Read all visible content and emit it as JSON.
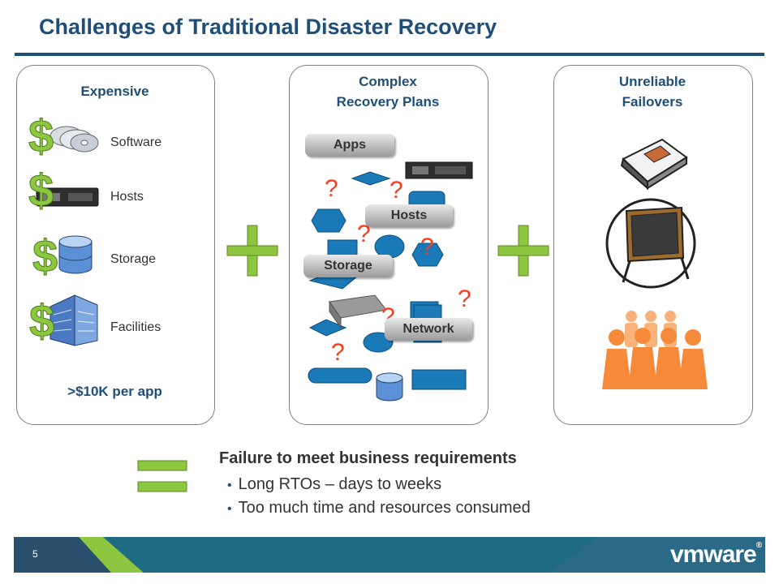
{
  "slide": {
    "title": "Challenges of Traditional Disaster Recovery",
    "page_number": "5",
    "logo_text": "vmware",
    "logo_mark": "®"
  },
  "expensive": {
    "title": "Expensive",
    "items": [
      "Software",
      "Hosts",
      "Storage",
      "Facilities"
    ],
    "dollar_glyph": "$",
    "cost": ">$10K per app"
  },
  "complex": {
    "title_line1": "Complex",
    "title_line2": "Recovery Plans",
    "labels": {
      "apps": "Apps",
      "hosts": "Hosts",
      "storage": "Storage",
      "network": "Network"
    },
    "question_glyph": "?"
  },
  "unreliable": {
    "title_line1": "Unreliable",
    "title_line2": "Failovers"
  },
  "result": {
    "heading": "Failure to meet business requirements",
    "bullets": [
      "Long RTOs – days to weeks",
      "Too much time and resources consumed"
    ]
  },
  "colors": {
    "navy": "#1f4e79",
    "green": "#8dc63f",
    "red_question": "#ff3b1f",
    "flow_blue": "#1a7ab8",
    "people_orange": "#f48a3a"
  }
}
